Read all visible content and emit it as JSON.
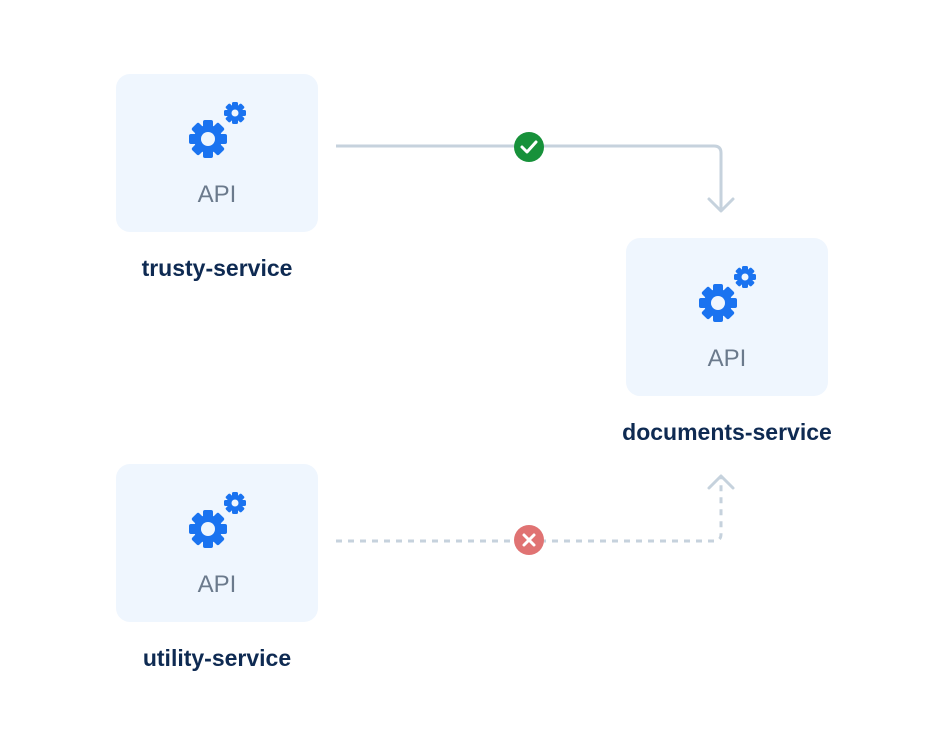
{
  "nodes": {
    "trusty": {
      "box_label": "API",
      "name": "trusty-service"
    },
    "documents": {
      "box_label": "API",
      "name": "documents-service"
    },
    "utility": {
      "box_label": "API",
      "name": "utility-service"
    }
  },
  "edges": [
    {
      "from": "trusty-service",
      "to": "documents-service",
      "status": "allowed",
      "style": "solid"
    },
    {
      "from": "utility-service",
      "to": "documents-service",
      "status": "denied",
      "style": "dashed"
    }
  ],
  "icons": {
    "node_icon": "gears-icon",
    "allowed_icon": "check-circle-icon",
    "denied_icon": "x-circle-icon"
  },
  "colors": {
    "node_background": "#eff6fe",
    "gear": "#1a73f0",
    "service_name": "#0e2a52",
    "box_label": "#6b7a8c",
    "connector": "#c6d2dd",
    "allowed": "#17913a",
    "denied": "#e07373"
  }
}
